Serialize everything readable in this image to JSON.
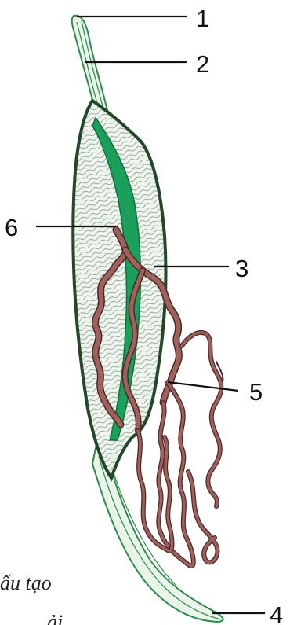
{
  "labels": {
    "l1": "1",
    "l2": "2",
    "l3": "3",
    "l4": "4",
    "l5": "5",
    "l6": "6"
  },
  "caption": {
    "line1": "ấu tạo",
    "line2": "ải"
  },
  "colors": {
    "body_outline": "#2f6b2f",
    "green_band": "#1aa05a",
    "inner_fill": "#dfeee0",
    "intestine": "#a0605c",
    "intestine_dark": "#4a2a28",
    "sheath_line": "#2e8a4a"
  }
}
